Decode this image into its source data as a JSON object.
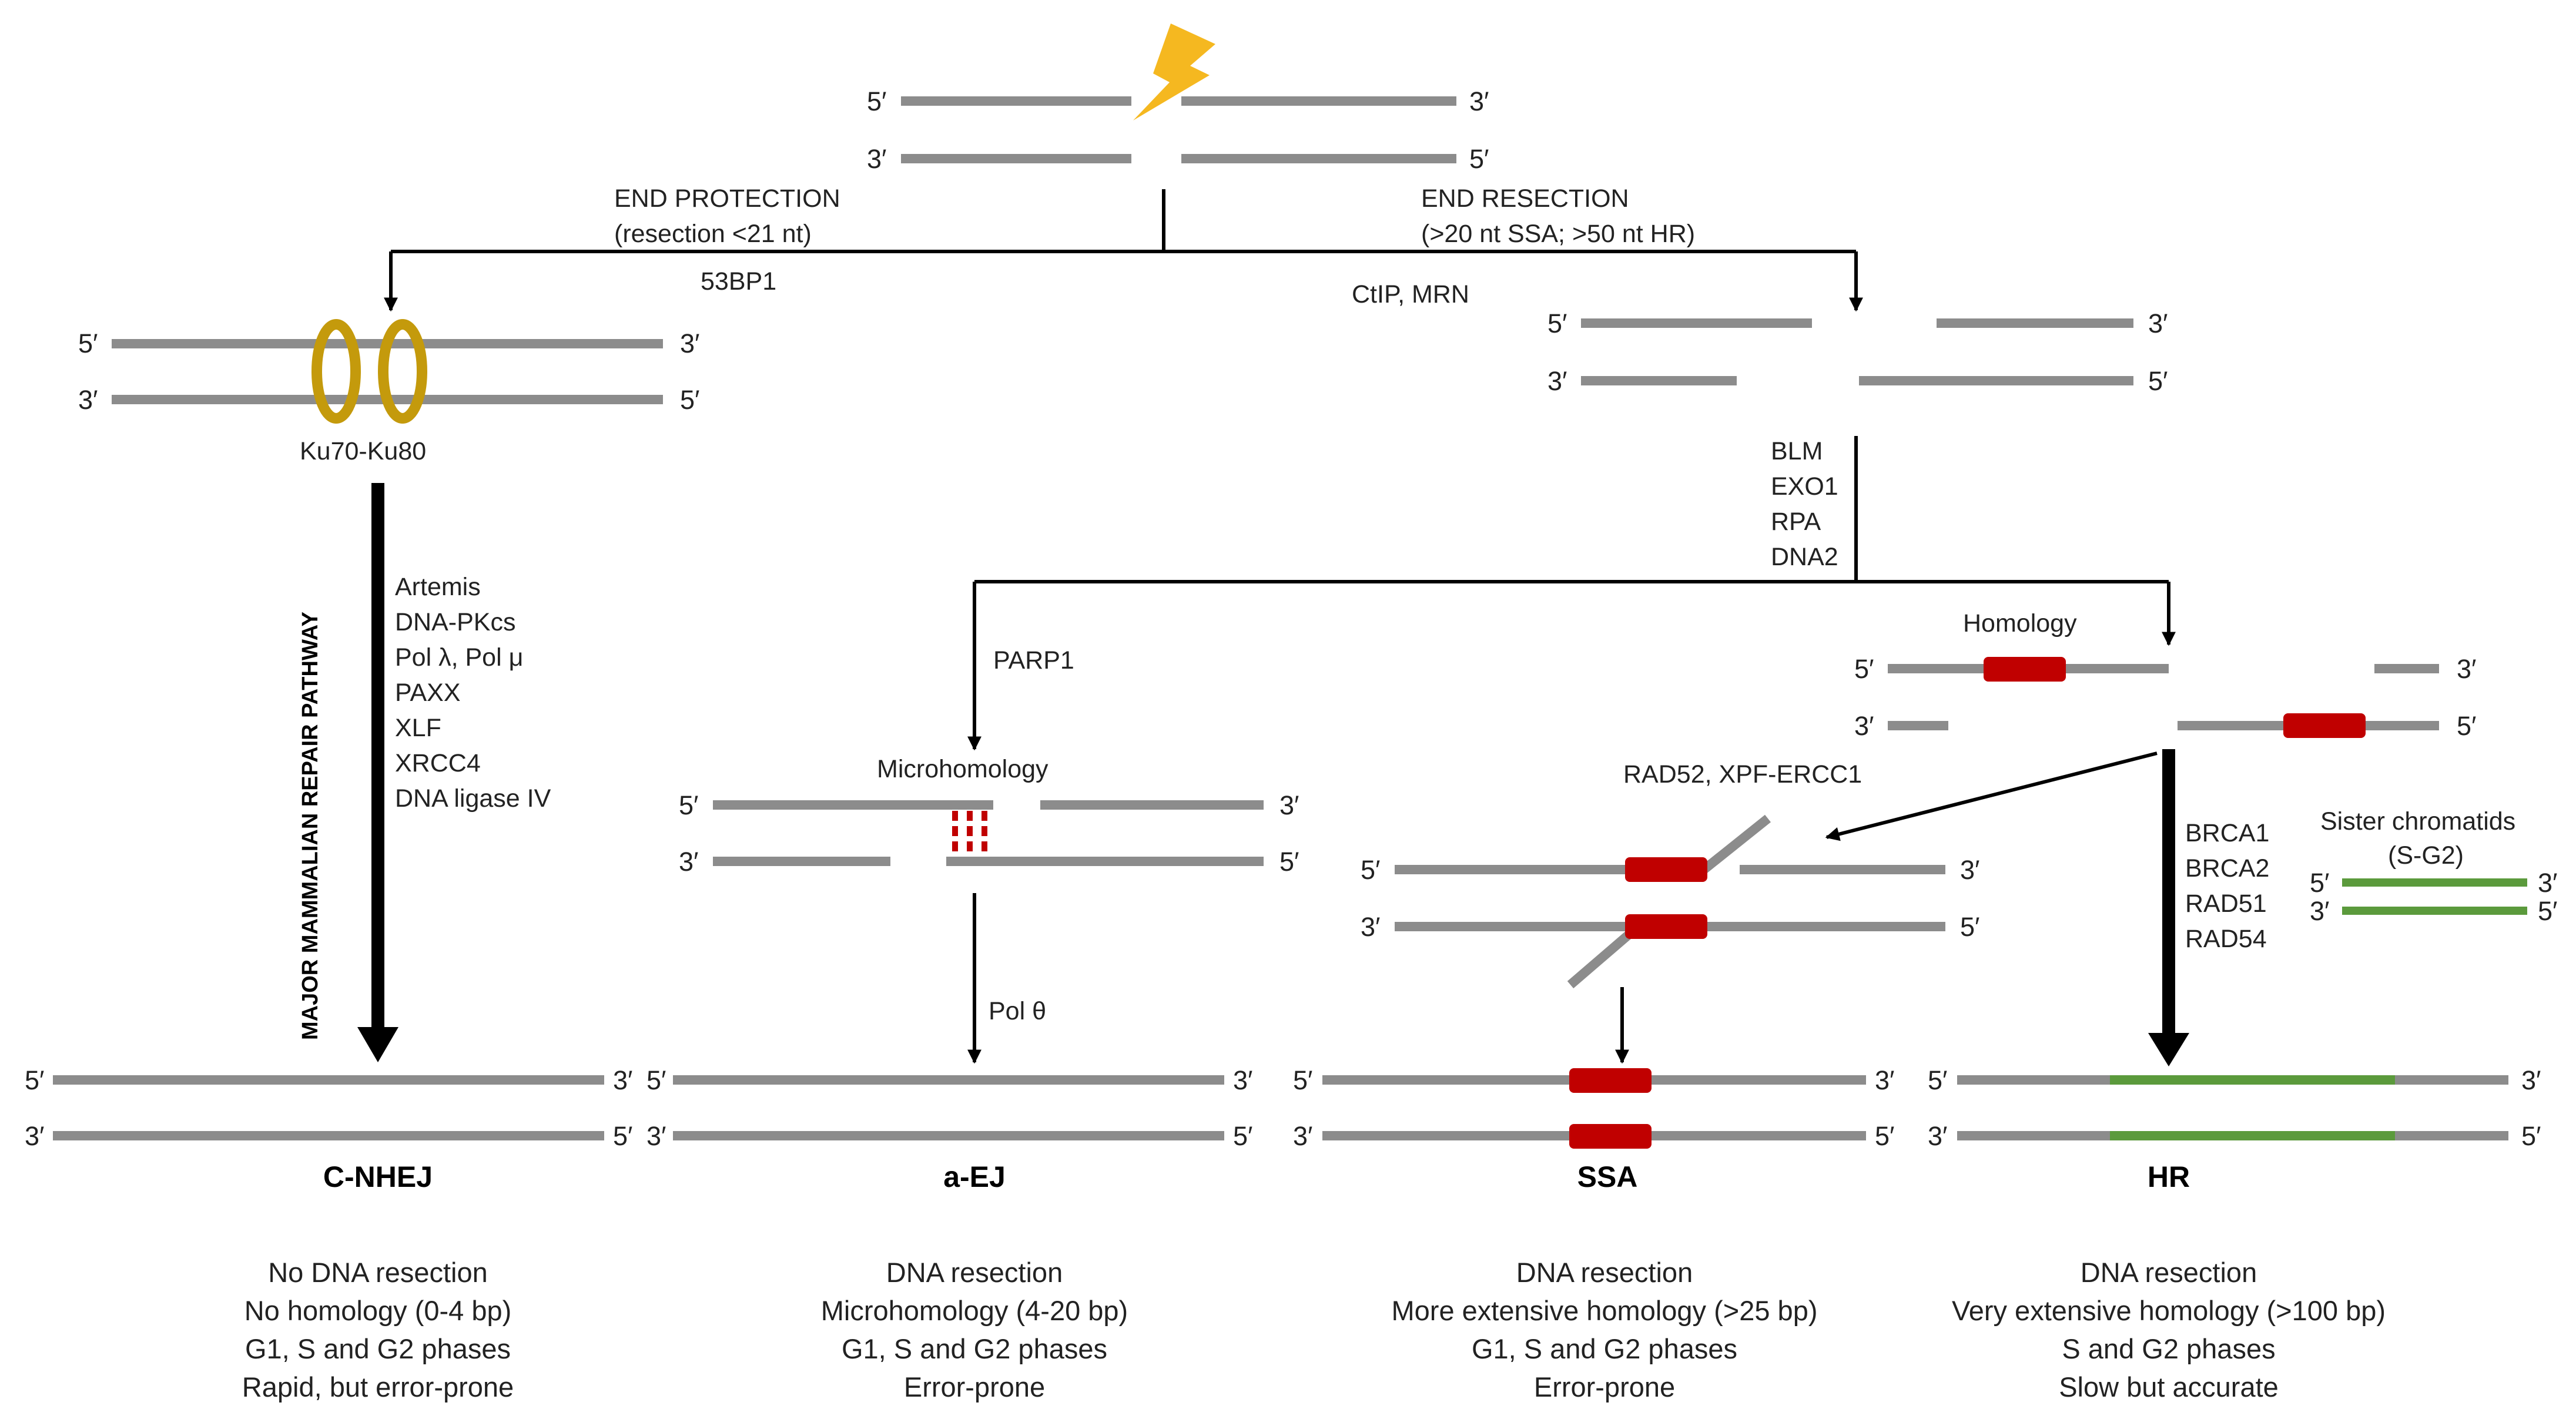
{
  "colors": {
    "strand": "#8c8c8c",
    "homology": "#c00000",
    "sister": "#5b9a3c",
    "ku": "#c49a0c",
    "arrow": "#000000",
    "lightning": "#f5b820"
  },
  "icons": [
    "lightning-bolt-icon",
    "ku-ring-icon"
  ],
  "ends": {
    "five": "5′",
    "three": "3′"
  },
  "top": {
    "end_protection": "END PROTECTION",
    "end_protection_sub": "(resection <21 nt)",
    "end_resection": "END RESECTION",
    "end_resection_sub": "(>20 nt SSA; >50 nt HR)",
    "protein_53bp1": "53BP1",
    "ctip_mrn": "CtIP, MRN"
  },
  "cnhej": {
    "ku_label": "Ku70-Ku80",
    "major_pathway": "MAJOR MAMMALIAN REPAIR PATHWAY",
    "proteins": [
      "Artemis",
      "DNA-PKcs",
      "Pol λ, Pol μ",
      "PAXX",
      "XLF",
      "XRCC4",
      "DNA ligase IV"
    ],
    "title": "C-NHEJ",
    "description": [
      "No DNA resection",
      "No homology (0-4 bp)",
      "G1, S and G2 phases",
      "Rapid, but error-prone"
    ]
  },
  "resection": {
    "proteins": [
      "BLM",
      "EXO1",
      "RPA",
      "DNA2"
    ]
  },
  "aej": {
    "parp1": "PARP1",
    "microhomology": "Microhomology",
    "pol_theta": "Pol θ",
    "title": "a-EJ",
    "description": [
      "DNA resection",
      "Microhomology (4-20 bp)",
      "G1, S and G2 phases",
      "Error-prone"
    ]
  },
  "homology_label": "Homology",
  "ssa": {
    "proteins": "RAD52, XPF-ERCC1",
    "title": "SSA",
    "description": [
      "DNA resection",
      "More extensive homology (>25 bp)",
      "G1, S and G2 phases",
      "Error-prone"
    ]
  },
  "hr": {
    "proteins": [
      "BRCA1",
      "BRCA2",
      "RAD51",
      "RAD54"
    ],
    "sister_label": [
      "Sister chromatids",
      "(S-G2)"
    ],
    "title": "HR",
    "description": [
      "DNA resection",
      "Very extensive homology (>100 bp)",
      "S and G2 phases",
      "Slow but accurate"
    ]
  }
}
